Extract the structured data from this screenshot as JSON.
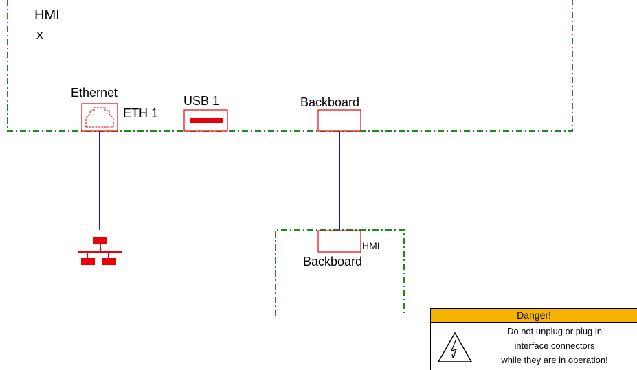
{
  "device": {
    "title": "HMI",
    "identifier": "x"
  },
  "ports": {
    "ethernet_label": "Ethernet",
    "eth_port_label": "ETH 1",
    "usb_label": "USB 1",
    "backboard_label": "Backboard"
  },
  "hmi_module": {
    "hmi_label": "HMI",
    "backboard_label": "Backboard"
  },
  "warning": {
    "header": "Danger!",
    "line1": "Do not unplug or plug in",
    "line2": "interface connectors",
    "line3": "while they are in operation!",
    "icon": "high-voltage-icon"
  },
  "colors": {
    "border_dashdot": "#1a8a1a",
    "connector_red": "#e8000b",
    "wire_blue": "#0a14e6",
    "warning_header": "#f5b400"
  }
}
